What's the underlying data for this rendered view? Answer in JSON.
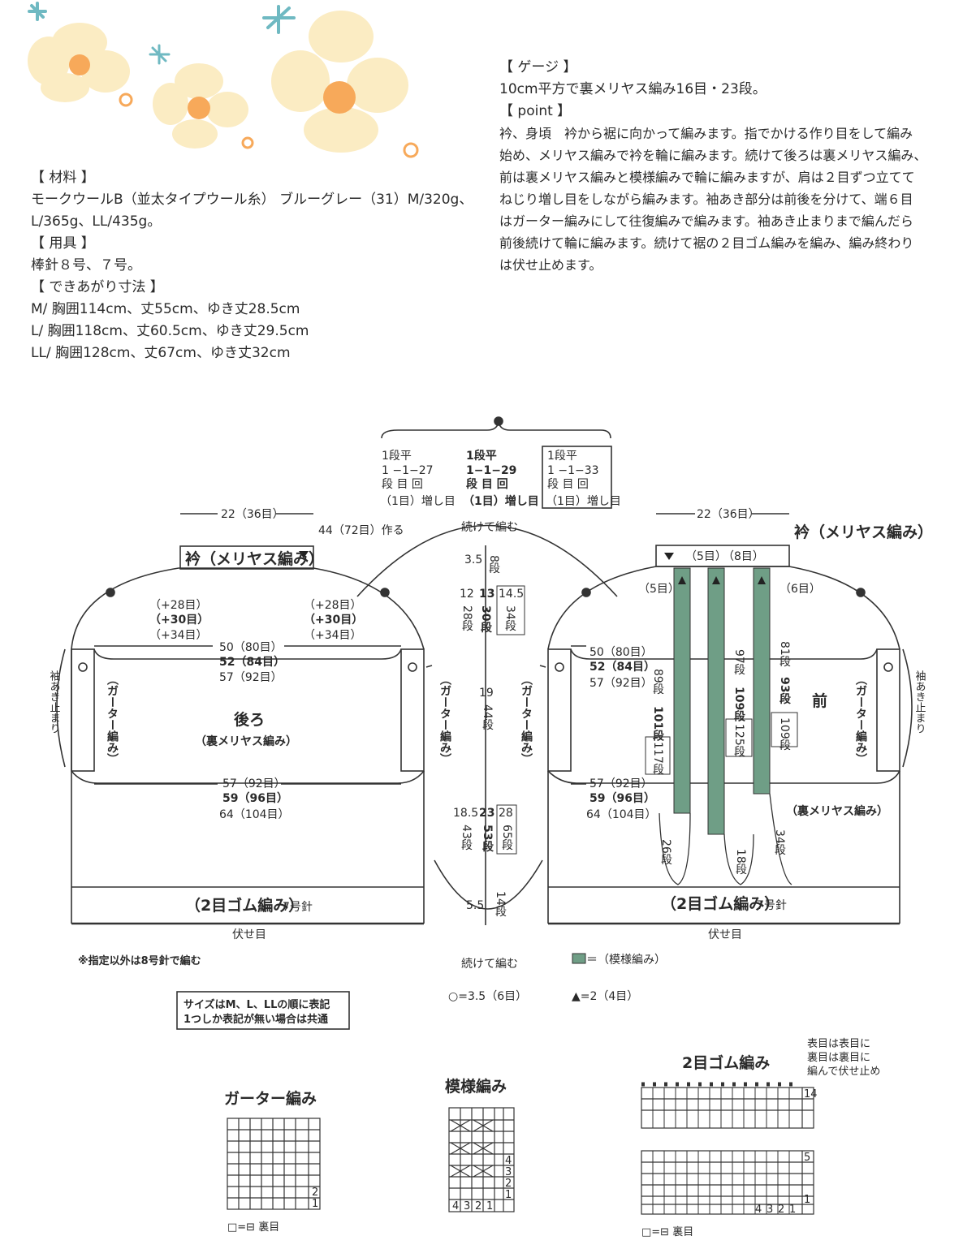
{
  "materials": {
    "heading": "【 材料 】",
    "yarn": "モークウールB（並太タイプウール糸） ブルーグレー（31）M/320g、",
    "yarn_cont": "L/365g、LL/435g。",
    "tools_heading": "【 用具 】",
    "tools": "棒針８号、７号。",
    "size_heading": "【 できあがり寸法 】",
    "sizes": [
      "M/ 胸囲114cm、丈55cm、ゆき丈28.5cm",
      "L/ 胸囲118cm、丈60.5cm、ゆき丈29.5cm",
      "LL/ 胸囲128cm、丈67cm、ゆき丈32cm"
    ]
  },
  "gauge": {
    "heading": "【 ゲージ 】",
    "value": "10cm平方で裏メリヤス編み16目・23段。",
    "point_heading": "【 point 】",
    "point_lines": [
      "衿、身頃　衿から裾に向かって編みます。指でかける作り目をして編み",
      "始め、メリヤス編みで衿を輪に編みます。続けて後ろは裏メリヤス編み、",
      "前は裏メリヤス編みと模様編みで輪に編みますが、肩は２目ずつ立てて",
      "ねじり増し目をしながら編みます。袖あき部分は前後を分けて、端６目",
      "はガーター編みにして往復編みで編みます。袖あき止まりまで編んだら",
      "前後続けて輪に編みます。続けて裾の２目ゴム編みを編み、編み終わり",
      "は伏せ止めます。"
    ]
  },
  "diagram": {
    "increase_boxes": [
      {
        "l1": "1段平",
        "l2": "1 −1−27",
        "l3": "段 目 回",
        "l4": "（1目）増し目"
      },
      {
        "l1": "1段平",
        "l2": "1−1−29",
        "l3": "段 目 回",
        "l4": "（1目）増し目"
      },
      {
        "l1": "1段平",
        "l2": "1 −1−33",
        "l3": "段 目 回",
        "l4": "（1目）増し目"
      }
    ],
    "continue_knit": "続けて編む",
    "cast_on": "44（72目）作る",
    "collar_back": "衿（メリヤス編み）",
    "collar_front": "衿（メリヤス編み）",
    "width_collar": "22（36目）",
    "increases": [
      "（+28目）",
      "（+30目）",
      "（+34目）"
    ],
    "upper_width": [
      "50（80目）",
      "52（84目）",
      "57（92目）"
    ],
    "lower_width": [
      "57（92目）",
      "59（96目）",
      "64（104目）"
    ],
    "back_title": "後ろ",
    "back_sub": "（裏メリヤス編み）",
    "front_title": "前",
    "front_sub": "（裏メリヤス編み）",
    "garter": "（ガーター編み）",
    "armhole_end": "袖あき止まり",
    "rib": "（2目ゴム編み）",
    "rib_needle": "7号針",
    "bind_off": "伏せ目",
    "note_needle": "※指定以外は8号針で編む",
    "size_note_1": "サイズはM、L、LLの順に表記",
    "size_note_2": "1つしか表記が無い場合は共通",
    "legend_pattern": "＝（模様編み）",
    "legend_circle": "○=3.5（6目）",
    "legend_triangle": "▲=2（4目）",
    "center": {
      "a": "3.5",
      "a_rows": "8段",
      "b1": "12",
      "b2": "13",
      "b3": "14.5",
      "b1r": "28段",
      "b2r": "30段",
      "b3r": "34段",
      "c": "19",
      "c_rows": "44段",
      "d1": "18.5",
      "d2": "23",
      "d3": "28",
      "d1r": "43段",
      "d2r": "53段",
      "d3r": "65段",
      "e": "5.5",
      "e_rows": "14段"
    },
    "front_marks": {
      "s5": "（5目）",
      "s8": "（8目）",
      "s6": "（6目）",
      "r89": "89段",
      "r101": "101段",
      "r117": "117段",
      "r97": "97段",
      "r109": "109段",
      "r125": "125段",
      "r81": "81段",
      "r93": "93段",
      "r109b": "109段",
      "r26": "26段",
      "r18": "18段",
      "r34": "34段"
    }
  },
  "charts": {
    "garter_title": "ガーター編み",
    "pattern_title": "模様編み",
    "rib_title": "2目ゴム編み",
    "rib_note": [
      "表目は表目に",
      "裏目は裏目に",
      "編んで伏せ止め"
    ],
    "legend_purl": "□=⊟ 裏目",
    "garter_rows": [
      "2",
      "1"
    ],
    "pattern_rows": [
      "4",
      "3",
      "2",
      "1"
    ],
    "pattern_cols": [
      "4",
      "3",
      "2",
      "1"
    ],
    "rib_rows_top": "14",
    "rib_rows_mid": "5",
    "rib_rows_bot": "1",
    "rib_cols": [
      "4",
      "3",
      "2",
      "1"
    ]
  },
  "colors": {
    "pattern_fill": "#6f9e86",
    "flower_petal": "#fbecc3",
    "flower_center": "#f7a95a",
    "star": "#6fb9c2"
  }
}
